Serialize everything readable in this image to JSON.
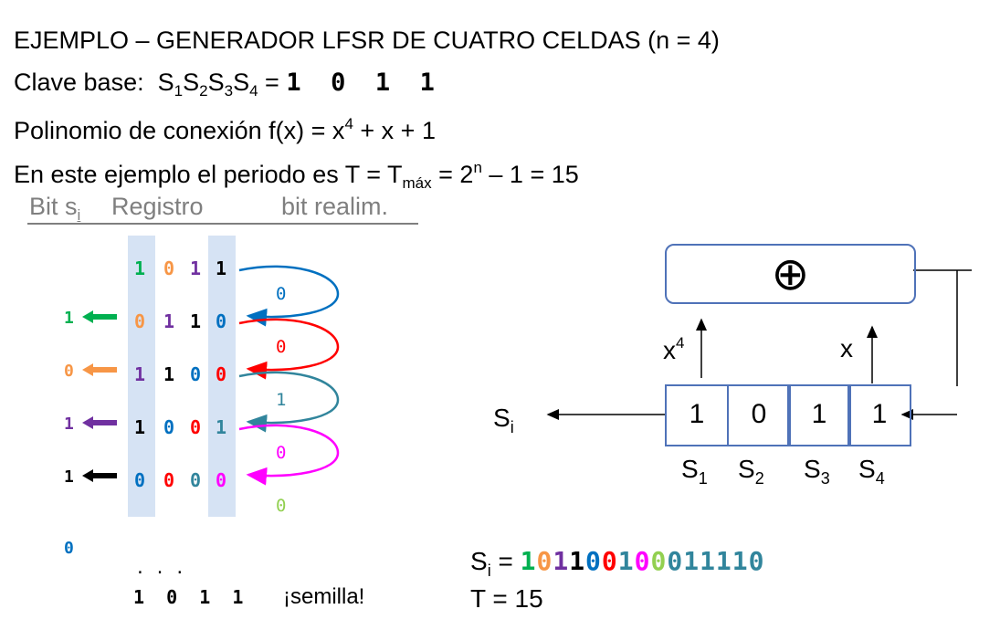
{
  "header": {
    "line1": "EJEMPLO – GENERADOR LFSR DE CUATRO CELDAS (n = 4)",
    "line2_prefix": "Clave base:",
    "line2_vars": [
      "S",
      "1",
      "S",
      "2",
      "S",
      "3",
      "S",
      "4"
    ],
    "line2_eq": " = ",
    "line2_key": "1  0  1  1",
    "line3": "Polinomio de conexión f(x) = x",
    "line3_exp": "4",
    "line3_tail": " + x + 1",
    "line4_a": "En este ejemplo el periodo es T = T",
    "line4_sub": "máx",
    "line4_b": " = 2",
    "line4_sup": "n",
    "line4_c": " – 1 = 15"
  },
  "table_header": {
    "bit_label": "Bit s",
    "bit_sub": "i",
    "registro": "Registro",
    "realim": "bit realim."
  },
  "register_rows": [
    {
      "bits": [
        "1",
        "0",
        "1",
        "1"
      ],
      "colors": [
        "#00b050",
        "#f79646",
        "#7030a0",
        "#000000"
      ]
    },
    {
      "bits": [
        "0",
        "1",
        "1",
        "0"
      ],
      "colors": [
        "#f79646",
        "#7030a0",
        "#000000",
        "#0070c0"
      ]
    },
    {
      "bits": [
        "1",
        "1",
        "0",
        "0"
      ],
      "colors": [
        "#7030a0",
        "#000000",
        "#0070c0",
        "#ff0000"
      ]
    },
    {
      "bits": [
        "1",
        "0",
        "0",
        "1"
      ],
      "colors": [
        "#000000",
        "#0070c0",
        "#ff0000",
        "#31859c"
      ]
    },
    {
      "bits": [
        "0",
        "0",
        "0",
        "0"
      ],
      "colors": [
        "#0070c0",
        "#ff0000",
        "#31859c",
        "#ff00ff"
      ]
    }
  ],
  "output_bits": [
    {
      "bit": "1",
      "color": "#00b050"
    },
    {
      "bit": "0",
      "color": "#f79646"
    },
    {
      "bit": "1",
      "color": "#7030a0"
    },
    {
      "bit": "1",
      "color": "#000000"
    },
    {
      "bit": "0",
      "color": "#0070c0"
    }
  ],
  "feedback_bits": [
    {
      "bit": "0",
      "color": "#0070c0"
    },
    {
      "bit": "0",
      "color": "#ff0000"
    },
    {
      "bit": "1",
      "color": "#31859c"
    },
    {
      "bit": "0",
      "color": "#ff00ff"
    },
    {
      "bit": "0",
      "color": "#92d050"
    }
  ],
  "ellipsis": ". . .",
  "seed_row": "1  0  1  1",
  "seed_note": "¡semilla!",
  "diagram": {
    "xor_symbol": "⊕",
    "tap_left_label": "x",
    "tap_left_exp": "4",
    "tap_right_label": "x",
    "output_label": "S",
    "output_sub": "i",
    "cells": [
      "1",
      "0",
      "1",
      "1"
    ],
    "cell_labels": [
      [
        "S",
        "1"
      ],
      [
        "S",
        "2"
      ],
      [
        "S",
        "3"
      ],
      [
        "S",
        "4"
      ]
    ]
  },
  "result": {
    "si_label": "S",
    "si_sub": "i",
    "si_eq": " = ",
    "sequence": [
      {
        "d": "1",
        "c": "#00b050"
      },
      {
        "d": "0",
        "c": "#f79646"
      },
      {
        "d": "1",
        "c": "#7030a0"
      },
      {
        "d": "1",
        "c": "#000000"
      },
      {
        "d": "0",
        "c": "#0070c0"
      },
      {
        "d": "0",
        "c": "#ff0000"
      },
      {
        "d": "1",
        "c": "#31859c"
      },
      {
        "d": "0",
        "c": "#ff00ff"
      },
      {
        "d": "0",
        "c": "#92d050"
      },
      {
        "d": "0",
        "c": "#31859c"
      },
      {
        "d": "1",
        "c": "#31859c"
      },
      {
        "d": "1",
        "c": "#31859c"
      },
      {
        "d": "1",
        "c": "#31859c"
      },
      {
        "d": "1",
        "c": "#31859c"
      },
      {
        "d": "0",
        "c": "#31859c"
      }
    ],
    "period": "T = 15"
  },
  "colors": {
    "band": "#d6e3f4",
    "box_border": "#4f72b8",
    "header_gray": "#7f7f7f"
  }
}
